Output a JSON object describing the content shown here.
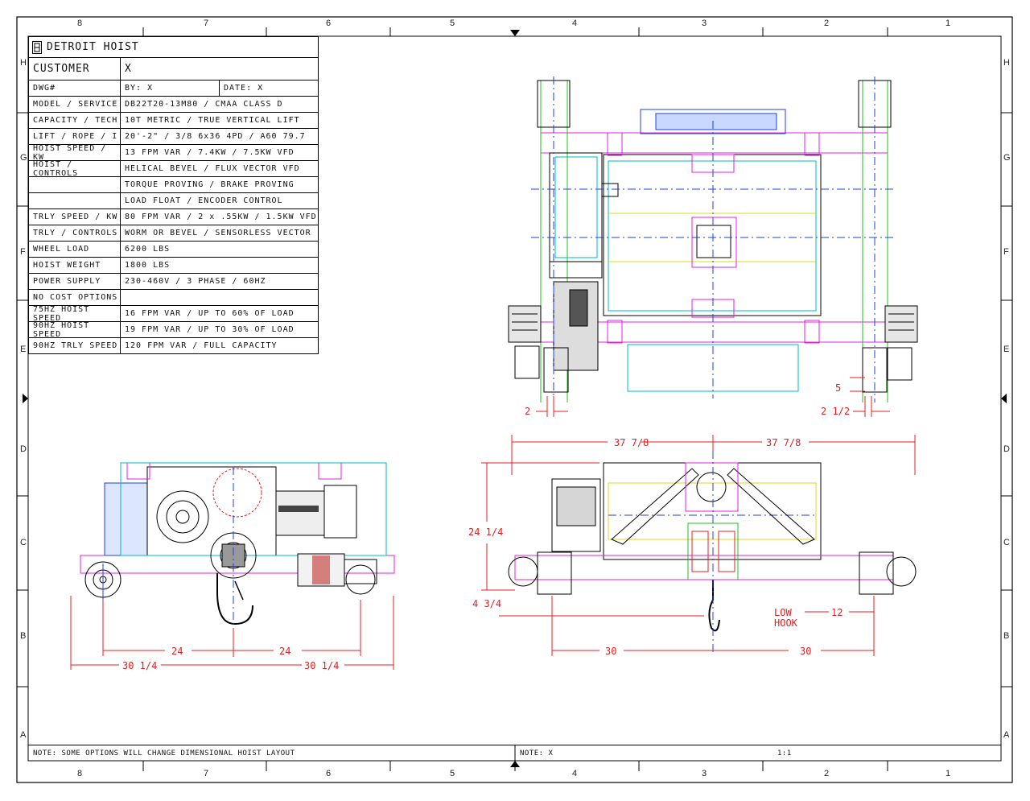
{
  "border": {
    "columns": [
      "8",
      "7",
      "6",
      "5",
      "4",
      "3",
      "2",
      "1"
    ],
    "rows": [
      "H",
      "G",
      "F",
      "E",
      "D",
      "C",
      "B",
      "A"
    ]
  },
  "title_block": {
    "company": "DETROIT HOIST",
    "customer_label": "CUSTOMER",
    "customer_value": "X",
    "dwg_label": "DWG#",
    "by": "BY: X",
    "date": "DATE: X",
    "rows": [
      {
        "label": "MODEL / SERVICE",
        "value": "DB22T20-13M80 / CMAA CLASS D"
      },
      {
        "label": "CAPACITY / TECH",
        "value": "10T METRIC / TRUE VERTICAL LIFT"
      },
      {
        "label": "LIFT / ROPE / I",
        "value": "20'-2\" / 3/8 6x36 4PD / A60 79.7"
      },
      {
        "label": "HOIST SPEED / KW",
        "value": "13 FPM VAR / 7.4KW / 7.5KW VFD"
      },
      {
        "label": "HOIST / CONTROLS",
        "value": "HELICAL BEVEL / FLUX VECTOR VFD"
      },
      {
        "label": "",
        "value": "TORQUE PROVING / BRAKE PROVING"
      },
      {
        "label": "",
        "value": "LOAD FLOAT / ENCODER CONTROL"
      },
      {
        "label": "TRLY SPEED / KW",
        "value": "80 FPM VAR / 2 x .55KW / 1.5KW VFD"
      },
      {
        "label": "TRLY / CONTROLS",
        "value": "WORM OR BEVEL / SENSORLESS VECTOR"
      },
      {
        "label": "WHEEL LOAD",
        "value": "6200 LBS"
      },
      {
        "label": "HOIST WEIGHT",
        "value": "1800 LBS"
      },
      {
        "label": "POWER SUPPLY",
        "value": "230-460V / 3 PHASE / 60HZ"
      },
      {
        "label": "NO COST OPTIONS",
        "value": ""
      },
      {
        "label": "75HZ HOIST SPEED",
        "value": "16 FPM VAR / UP TO 60% OF LOAD"
      },
      {
        "label": "90HZ HOIST SPEED",
        "value": "19 FPM VAR / UP TO 30% OF LOAD"
      },
      {
        "label": "90HZ TRLY SPEED",
        "value": "120 FPM VAR / FULL CAPACITY"
      }
    ]
  },
  "notes": {
    "left": "NOTE:  SOME OPTIONS WILL CHANGE DIMENSIONAL HOIST LAYOUT",
    "middle": "NOTE:   X",
    "scale": "1:1"
  },
  "dimensions": {
    "top_left_gap": "2",
    "top_right_gap": "2 1/2",
    "top_right_height": "5",
    "front_half_left": "24",
    "front_half_right": "24",
    "front_overall_left": "30 1/4",
    "front_overall_right": "30 1/4",
    "side_top_left": "37 7/8",
    "side_top_right": "37 7/8",
    "side_height": "24 1/4",
    "side_low": "4 3/4",
    "low_hook": "LOW\nHOOK",
    "low_hook_1": "LOW",
    "low_hook_2": "HOOK",
    "side_hook_offset": "12",
    "side_bottom_left": "30",
    "side_bottom_right": "30"
  },
  "colors": {
    "line": "#000000",
    "dimension": "#e02020",
    "cyan": "#00b8c8",
    "magenta": "#e020e0",
    "green": "#20c020",
    "blue": "#2040e0",
    "yellow": "#d8d820"
  }
}
